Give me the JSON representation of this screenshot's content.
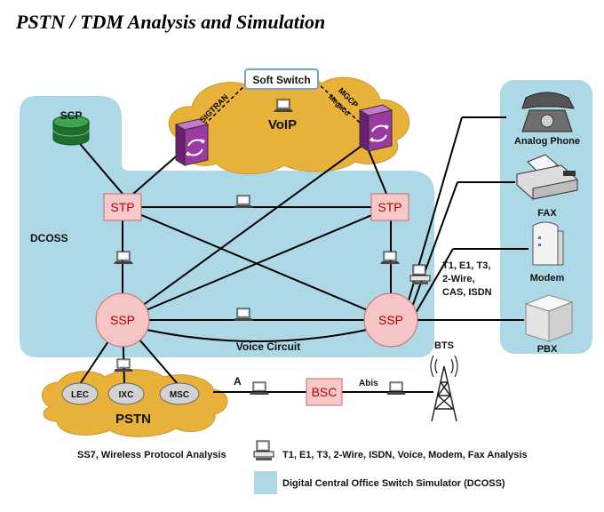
{
  "title": "PSTN / TDM Analysis and Simulation",
  "nodes": {
    "soft_switch": "Soft Switch",
    "voip": "VoIP",
    "sigtran": "SIGTRAN",
    "mgcp": "MGCP",
    "megaco": "Megaco",
    "scp": "SCP",
    "stp_left": "STP",
    "stp_right": "STP",
    "ssp_left": "SSP",
    "ssp_right": "SSP",
    "dcoss": "DCOSS",
    "voice_circuit": "Voice Circuit",
    "lec": "LEC",
    "ixc": "IXC",
    "msc": "MSC",
    "pstn": "PSTN",
    "a_link": "A",
    "bsc": "BSC",
    "abis": "Abis",
    "bts": "BTS",
    "analog_phone": "Analog Phone",
    "fax": "FAX",
    "modem": "Modem",
    "pbx": "PBX",
    "interfaces": [
      "T1, E1, T3,",
      "2-Wire,",
      "CAS, ISDN"
    ]
  },
  "legend": {
    "ss7": "SS7, Wireless Protocol Analysis",
    "tdm": "T1, E1, T3, 2-Wire, ISDN, Voice, Modem, Fax Analysis",
    "dcoss": "Digital Central Office Switch Simulator (DCOSS)"
  },
  "colors": {
    "dcoss_fill": "#add8e6",
    "cloud_fill": "#e8b13a",
    "node_box_fill": "#f6c9c9",
    "ssp_fill": "#f5c4c4",
    "node_text": "#b30000",
    "gateway_fill": "#9b3aa0",
    "scp_fill": "#2e8b3e"
  }
}
